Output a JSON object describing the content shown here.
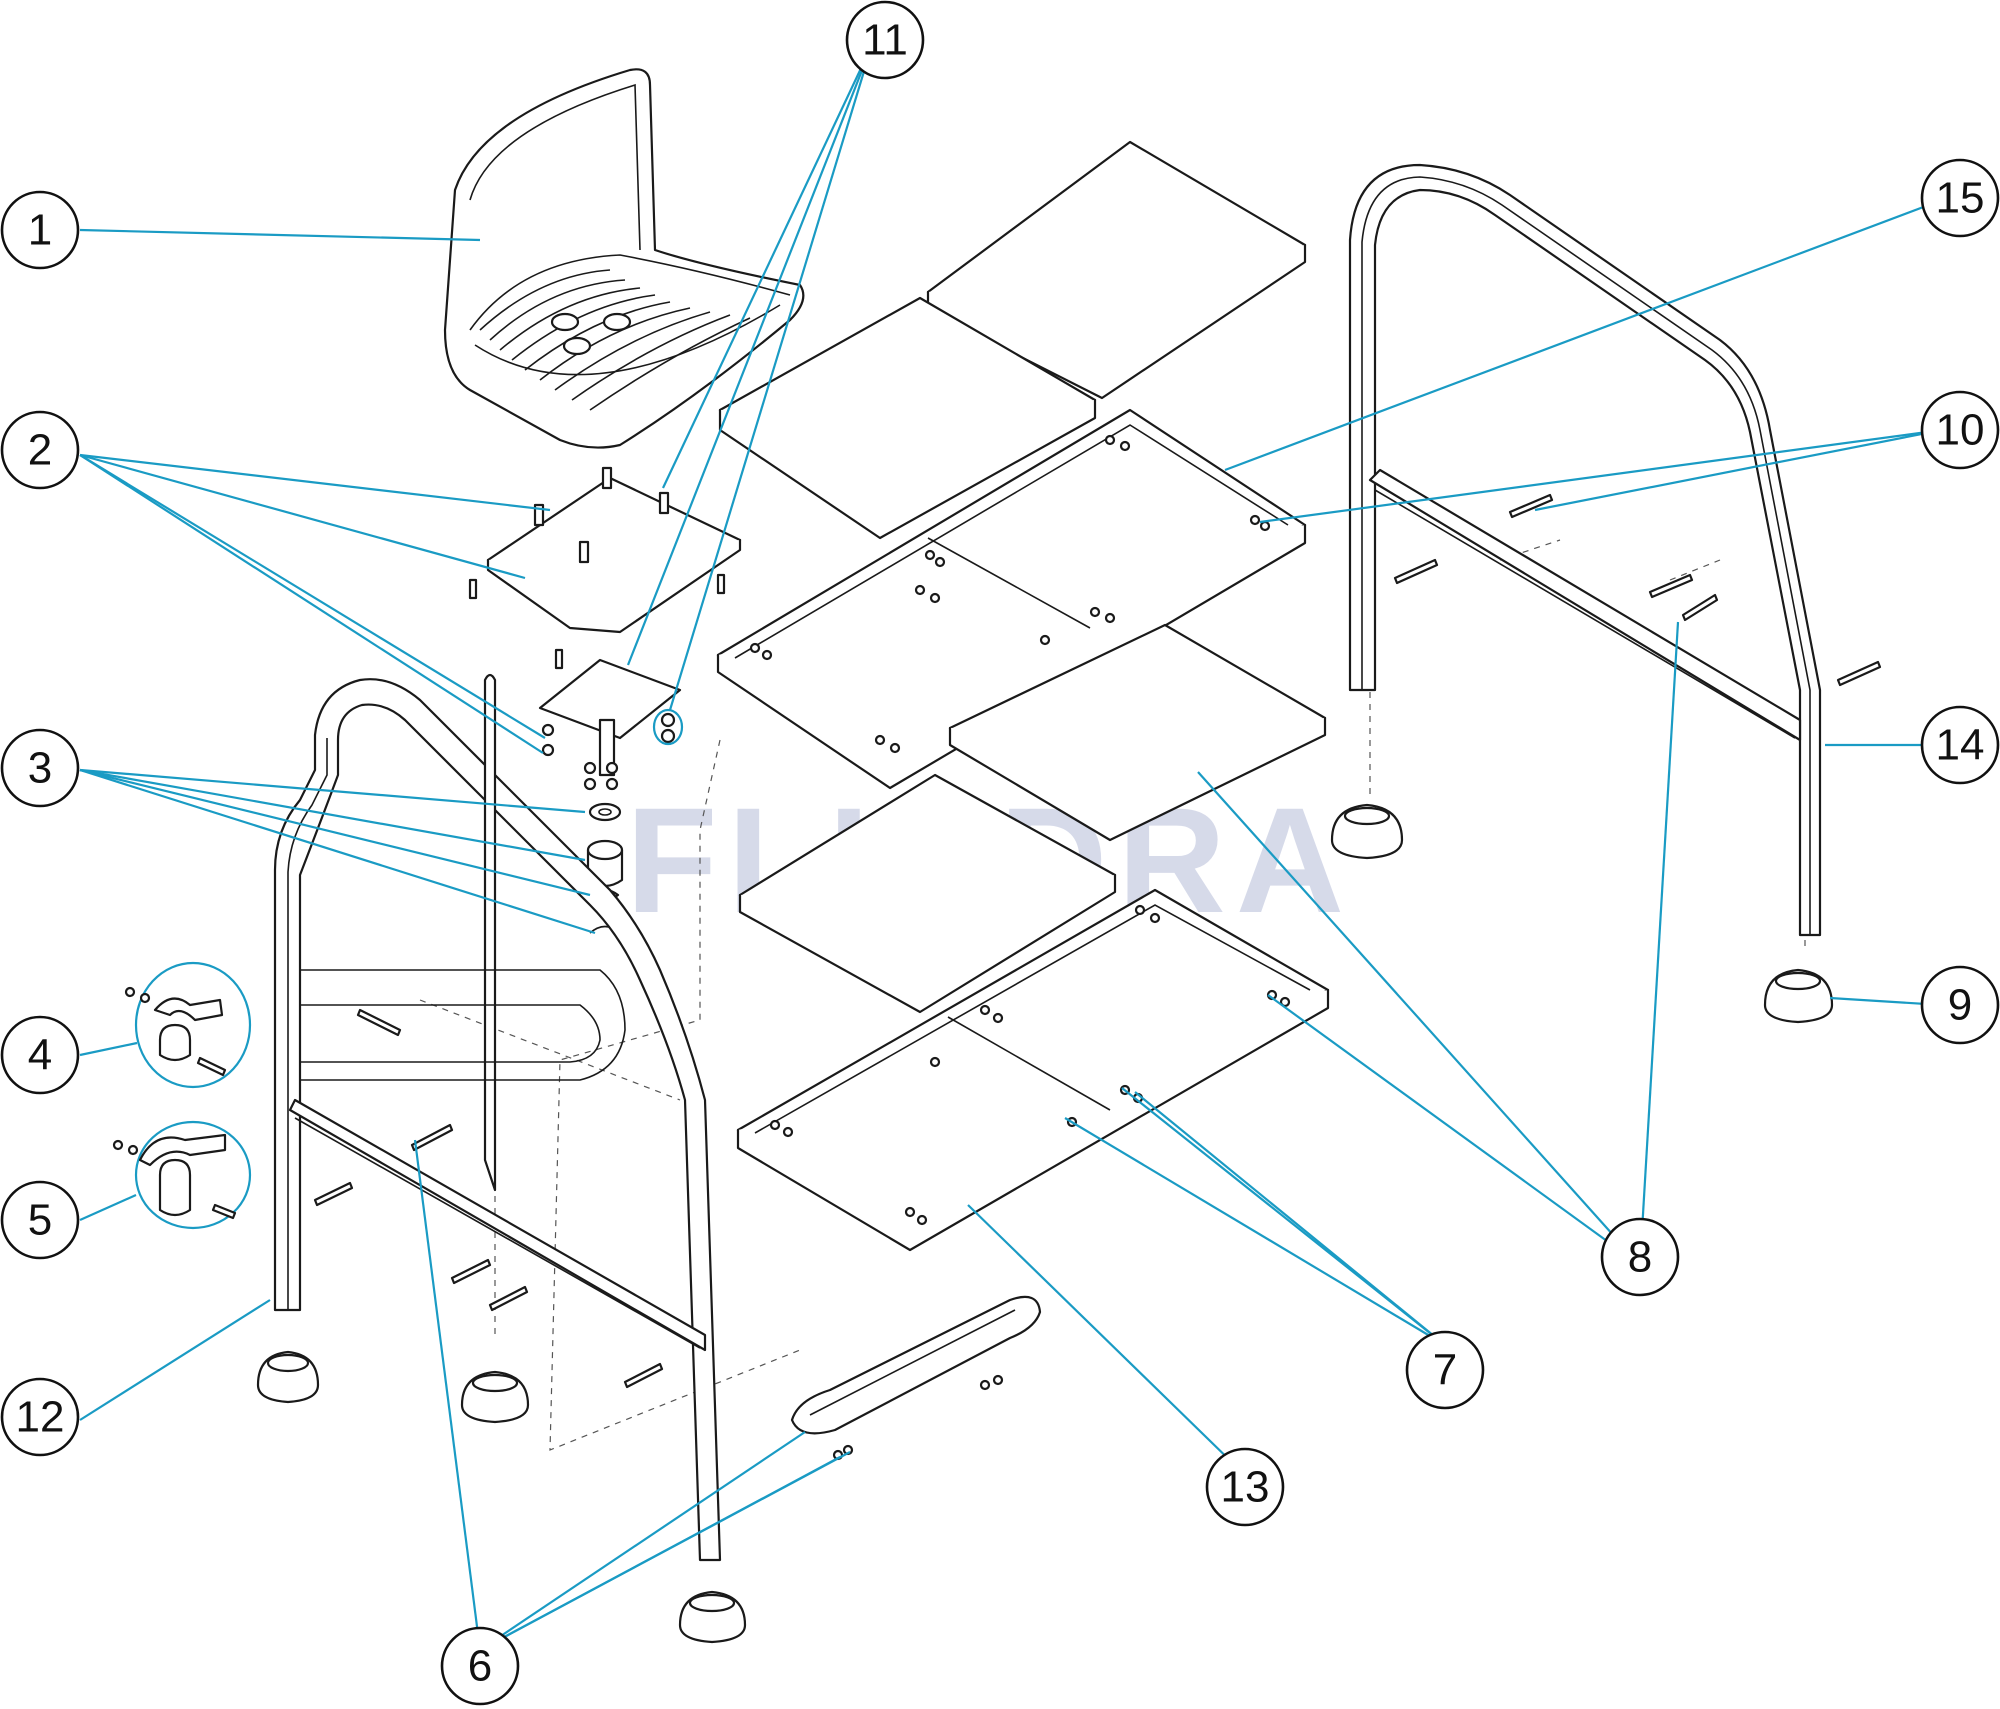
{
  "watermark": "FLUIDRA",
  "colors": {
    "leader": "#1a9bc4",
    "watermark": "#4a5aa0",
    "line": "#1a1a1a"
  },
  "callouts": [
    {
      "label": "1"
    },
    {
      "label": "2"
    },
    {
      "label": "3"
    },
    {
      "label": "4"
    },
    {
      "label": "5"
    },
    {
      "label": "6"
    },
    {
      "label": "7"
    },
    {
      "label": "8"
    },
    {
      "label": "9"
    },
    {
      "label": "10"
    },
    {
      "label": "11"
    },
    {
      "label": "12"
    },
    {
      "label": "13"
    },
    {
      "label": "14"
    },
    {
      "label": "15"
    }
  ]
}
